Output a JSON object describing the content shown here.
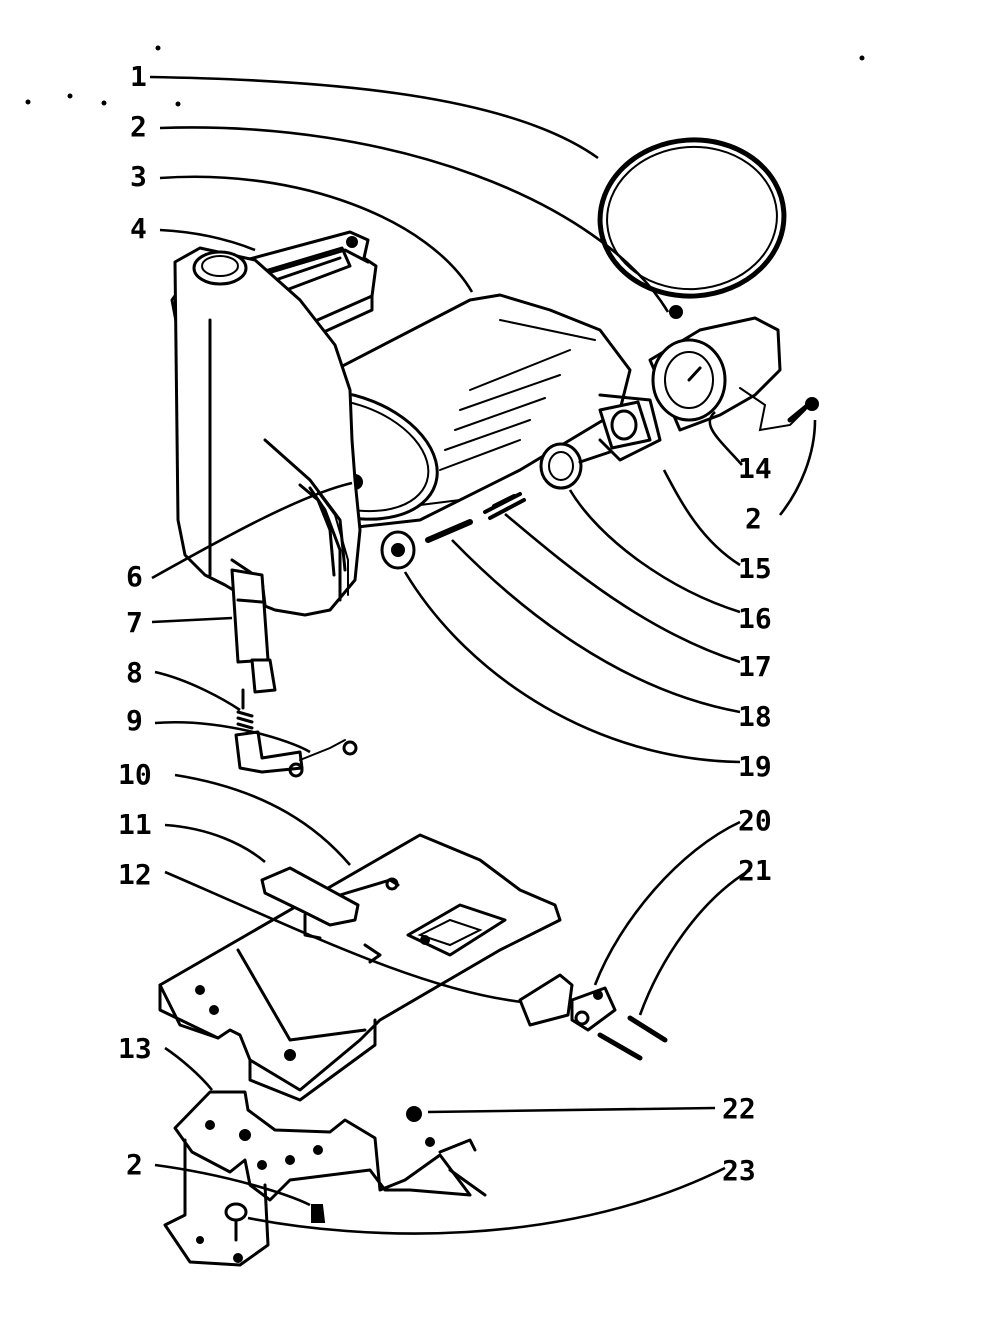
{
  "labels": {
    "p1": "1",
    "p2a": "2",
    "p3": "3",
    "p4": "4",
    "p6": "6",
    "p7": "7",
    "p8": "8",
    "p9": "9",
    "p10": "10",
    "p11": "11",
    "p12": "12",
    "p13": "13",
    "p2b": "2",
    "p14": "14",
    "p2c": "2",
    "p15": "15",
    "p16": "16",
    "p17": "17",
    "p18": "18",
    "p19": "19",
    "p20": "20",
    "p21": "21",
    "p22": "22",
    "p23": "23"
  }
}
